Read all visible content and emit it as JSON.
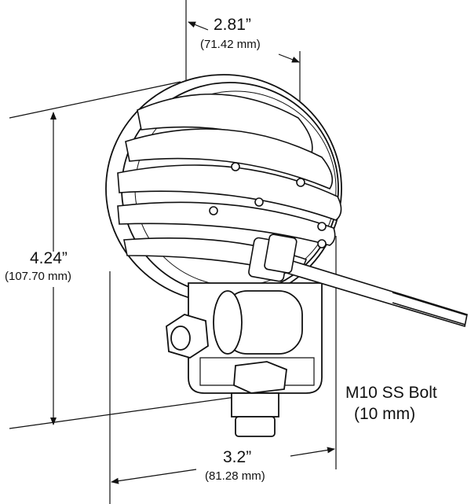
{
  "title": "Work light dimension drawing",
  "dimensions": {
    "depth": {
      "inches": "2.81”",
      "mm": "(71.42 mm)"
    },
    "height": {
      "inches": "4.24”",
      "mm": "(107.70 mm)"
    },
    "width": {
      "inches": "3.2”",
      "mm": "(81.28 mm)"
    }
  },
  "callout": {
    "line1": "M10 SS Bolt",
    "line2": "(10 mm)"
  },
  "colors": {
    "line": "#111111",
    "background": "#ffffff"
  }
}
